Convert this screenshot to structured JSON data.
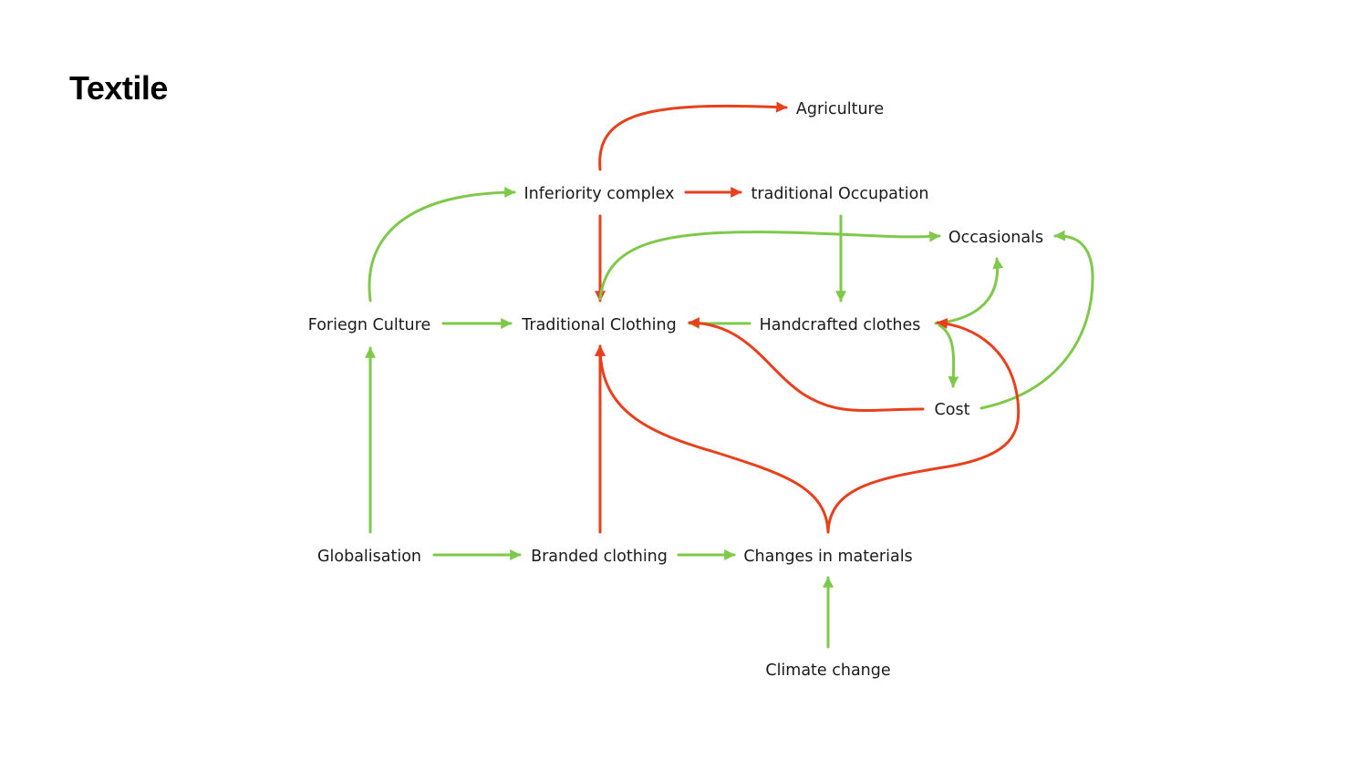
{
  "title": "Textile",
  "colors": {
    "positive": "#7ec84a",
    "negative": "#e8401c",
    "text": "#1a1a1a"
  },
  "nodes": {
    "agriculture": "Agriculture",
    "inferiority_complex": "Inferiority complex",
    "traditional_occupation": "traditional Occupation",
    "occasionals": "Occasionals",
    "foreign_culture": "Foriegn Culture",
    "traditional_clothing": "Traditional Clothing",
    "handcrafted_clothes": "Handcrafted clothes",
    "cost": "Cost",
    "globalisation": "Globalisation",
    "branded_clothing": "Branded clothing",
    "changes_in_materials": "Changes in materials",
    "climate_change": "Climate change"
  },
  "edges": [
    {
      "from": "Inferiority complex",
      "to": "Agriculture",
      "polarity": "negative"
    },
    {
      "from": "Inferiority complex",
      "to": "traditional Occupation",
      "polarity": "negative"
    },
    {
      "from": "Inferiority complex",
      "to": "Traditional Clothing",
      "polarity": "negative"
    },
    {
      "from": "Foriegn Culture",
      "to": "Inferiority complex",
      "polarity": "positive"
    },
    {
      "from": "Traditional Clothing",
      "to": "Occasionals",
      "polarity": "positive"
    },
    {
      "from": "traditional Occupation",
      "to": "Handcrafted clothes",
      "polarity": "positive"
    },
    {
      "from": "Foriegn Culture",
      "to": "Traditional Clothing",
      "polarity": "positive"
    },
    {
      "from": "Handcrafted clothes",
      "to": "Traditional Clothing",
      "polarity": "positive"
    },
    {
      "from": "Handcrafted clothes",
      "to": "Occasionals",
      "polarity": "positive"
    },
    {
      "from": "Handcrafted clothes",
      "to": "Cost",
      "polarity": "positive"
    },
    {
      "from": "Cost",
      "to": "Occasionals",
      "polarity": "positive"
    },
    {
      "from": "Cost",
      "to": "Traditional Clothing",
      "polarity": "negative"
    },
    {
      "from": "Globalisation",
      "to": "Foriegn Culture",
      "polarity": "positive"
    },
    {
      "from": "Globalisation",
      "to": "Branded clothing",
      "polarity": "positive"
    },
    {
      "from": "Branded clothing",
      "to": "Changes in materials",
      "polarity": "positive"
    },
    {
      "from": "Branded clothing",
      "to": "Traditional Clothing",
      "polarity": "negative"
    },
    {
      "from": "Changes in materials",
      "to": "Traditional Clothing",
      "polarity": "negative"
    },
    {
      "from": "Changes in materials",
      "to": "Handcrafted clothes",
      "polarity": "negative"
    },
    {
      "from": "Climate change",
      "to": "Changes in materials",
      "polarity": "positive"
    }
  ]
}
